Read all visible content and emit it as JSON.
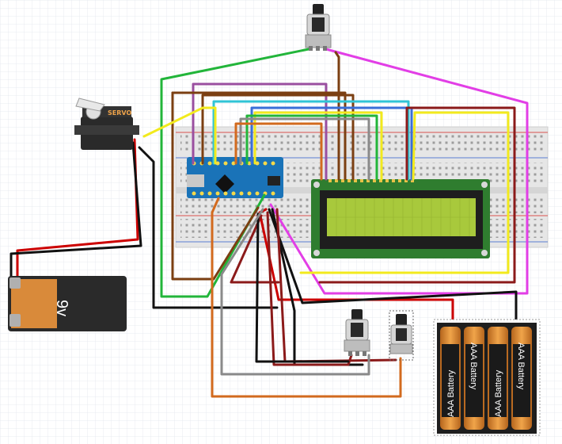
{
  "labels": {
    "servo": "SERVO",
    "battery_9v": "9v",
    "aaa_battery": "AAA Battery"
  },
  "colors": {
    "grid": "#e3e6ee",
    "breadboard": "#e6e6e6",
    "rail_red": "#d9534f",
    "rail_blue": "#5b7fd1",
    "arduino_pcb": "#1a73b8",
    "lcd_pcb": "#2f7d2f",
    "lcd_screen": "#a8c93c",
    "wire_red": "#cc0000",
    "wire_black": "#111111",
    "wire_green": "#22b53a",
    "wire_magenta": "#e23ee6",
    "wire_yellow": "#f2ea1d",
    "wire_purple": "#9a4fa0",
    "wire_brown": "#7b3f12",
    "wire_darkred": "#8b1a1a",
    "wire_cyan": "#30c4d6",
    "wire_orange": "#d26a1e",
    "wire_gray": "#8a8a8a",
    "wire_blue": "#3a6fd8"
  },
  "icons": {
    "potentiometer": "potentiometer-icon",
    "servo": "servo-icon",
    "battery": "battery-icon",
    "arduino": "arduino-nano-icon",
    "lcd": "lcd-16x2-icon"
  }
}
